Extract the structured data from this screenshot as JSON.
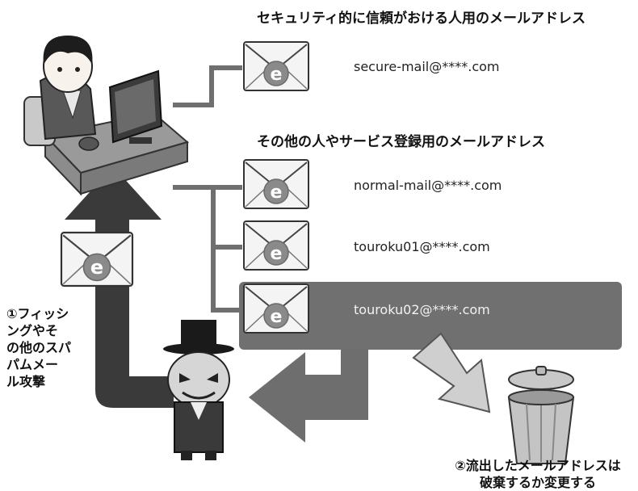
{
  "headings": {
    "secure": "セキュリティ的に信頼がおける人用のメールアドレス",
    "other": "その他の人やサービス登録用のメールアドレス"
  },
  "addresses": {
    "secure": "secure-mail@****.com",
    "normal": "normal-mail@****.com",
    "touroku01": "touroku01@****.com",
    "touroku02": "touroku02@****.com"
  },
  "notes": {
    "attack_1": "①フィッシ",
    "attack_2": "ングやそ",
    "attack_3": "の他のスパ",
    "attack_4": "パムメー",
    "attack_5": "ル攻撃",
    "discard_1": "②流出したメールアドレスは",
    "discard_2": "破棄するか変更する"
  },
  "envelope_glyph": "e",
  "icons": [
    "envelope-icon",
    "trash-can-icon",
    "person-at-computer",
    "hacker-character"
  ],
  "colors": {
    "connector": "#6f6f6f",
    "arrow_dark": "#3a3a3a",
    "arrow_mid": "#6e6e6e",
    "highlight_bg": "#707070",
    "envelope_fill": "#f4f4f4",
    "badge": "#8a8a8a"
  }
}
